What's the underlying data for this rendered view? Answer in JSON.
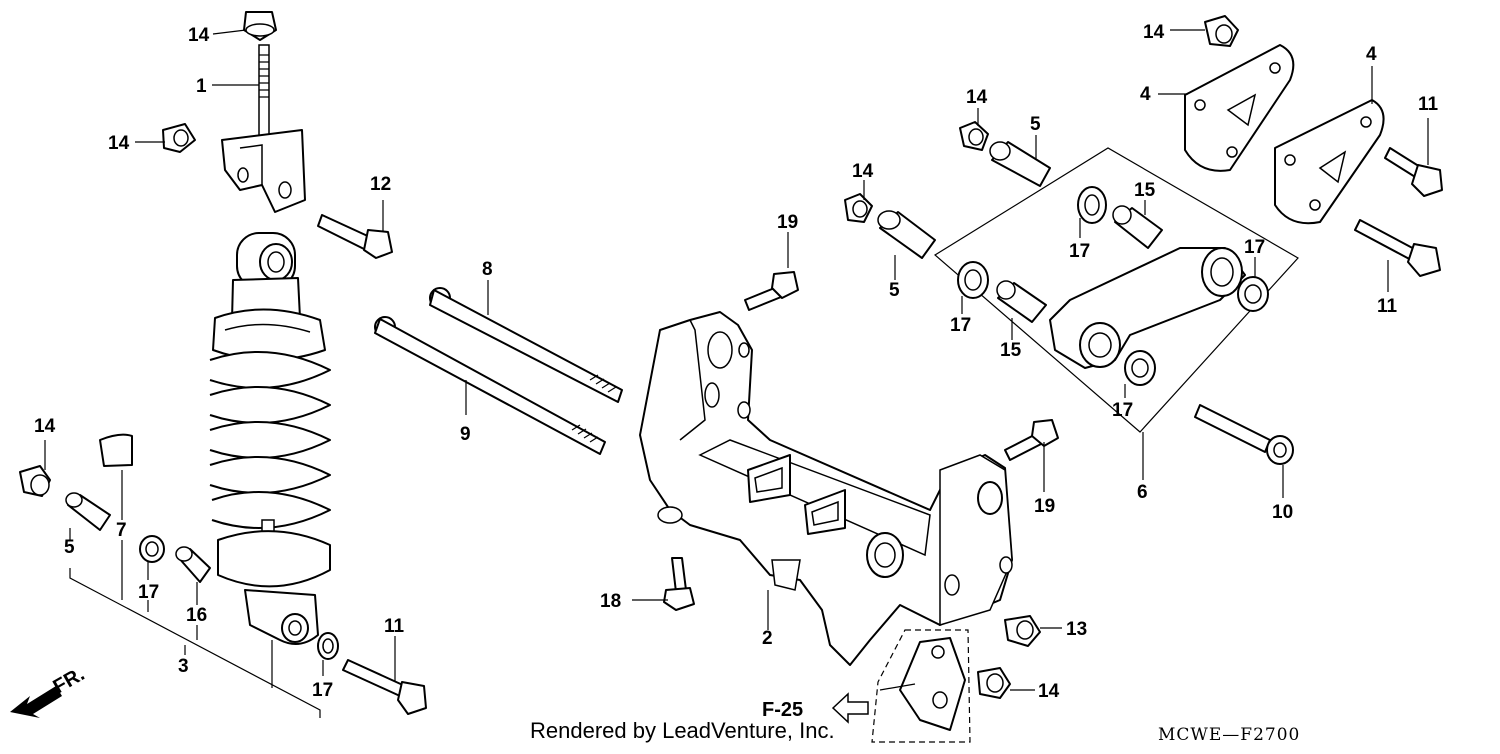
{
  "diagram": {
    "callouts": {
      "c14_top": "14",
      "c1": "1",
      "c14_left": "14",
      "c12": "12",
      "c8": "8",
      "c9": "9",
      "c14_lower_left": "14",
      "c7": "7",
      "c5_left": "5",
      "c17_a": "17",
      "c16": "16",
      "c3": "3",
      "c17_b": "17",
      "c11_bottom": "11",
      "c19_top": "19",
      "c14_mid": "14",
      "c5_mid": "5",
      "c14_upper": "14",
      "c5_upper": "5",
      "c17_c": "17",
      "c15_a": "15",
      "c17_d": "17",
      "c17_e": "17",
      "c15_b": "15",
      "c17_f": "17",
      "c6": "6",
      "c14_right_top": "14",
      "c4_a": "4",
      "c4_b": "4",
      "c11_a": "11",
      "c11_b": "11",
      "c10": "10",
      "c19_mid": "19",
      "c18": "18",
      "c2": "2",
      "c13": "13",
      "c14_bottom": "14"
    },
    "front_indicator": "FR.",
    "section_ref": "F-25",
    "footer_credit": "Rendered by LeadVenture, Inc.",
    "diagram_code": "MCWE—F2700"
  }
}
